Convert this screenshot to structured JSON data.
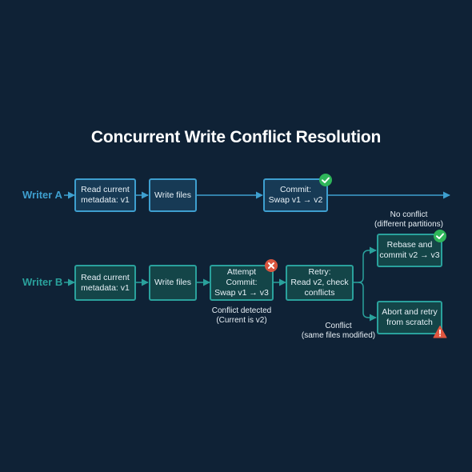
{
  "title": "Concurrent Write Conflict Resolution",
  "colors": {
    "background": "#0f2236",
    "writer_a_accent": "#3e9fcf",
    "writer_b_accent": "#2aa19c",
    "success": "#2fb65a",
    "error": "#d9553f",
    "warning": "#e0563f"
  },
  "writer_a": {
    "label": "Writer A",
    "steps": {
      "read": "Read current\nmetadata: v1",
      "write": "Write files",
      "commit": "Commit:\nSwap v1 → v2"
    },
    "commit_status_icon": "check-circle-icon"
  },
  "writer_b": {
    "label": "Writer B",
    "steps": {
      "read": "Read current\nmetadata: v1",
      "write": "Write files",
      "attempt": "Attempt\nCommit:\nSwap v1 → v3",
      "retry": "Retry:\nRead v2, check\nconflicts",
      "rebase": "Rebase and\ncommit v2 → v3",
      "abort": "Abort and retry\nfrom scratch"
    },
    "attempt_status_icon": "x-circle-icon",
    "rebase_status_icon": "check-circle-icon",
    "abort_status_icon": "warning-icon"
  },
  "notes": {
    "conflict_detected": "Conflict detected\n(Current is v2)",
    "no_conflict": "No conflict\n(different partitions)",
    "conflict": "Conflict\n(same files modified)"
  }
}
